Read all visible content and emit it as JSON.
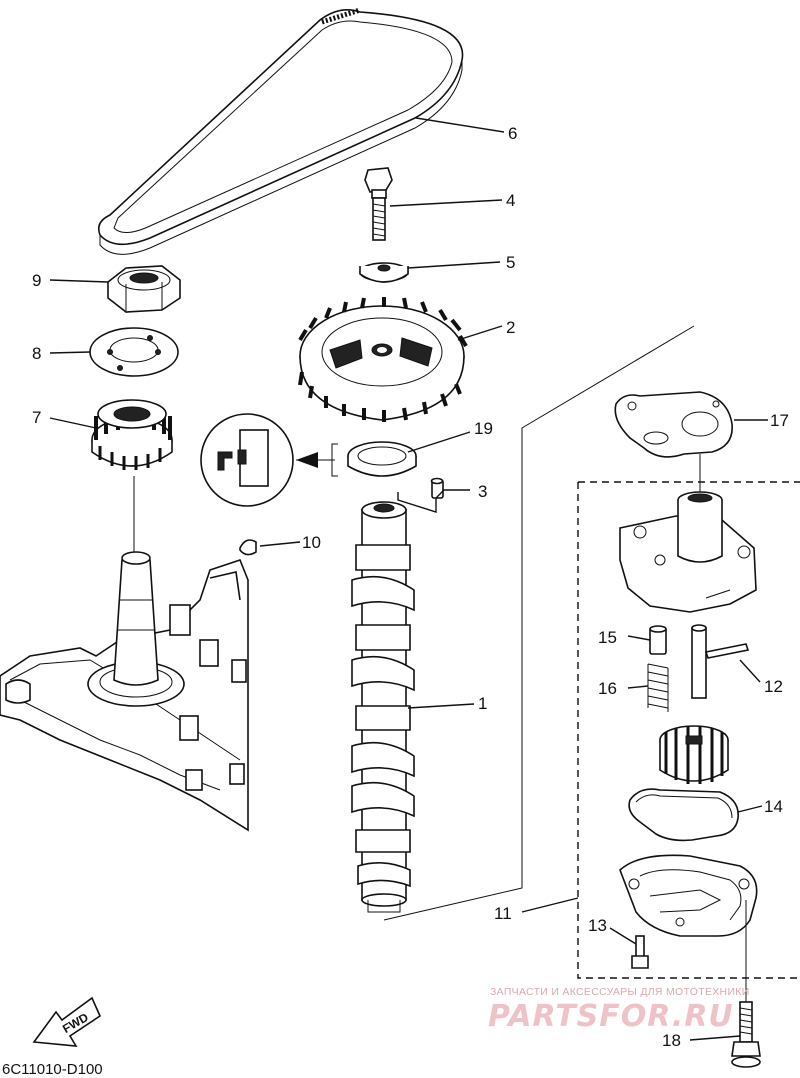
{
  "diagram": {
    "code": "6C11010-D100",
    "fwd_label": "FWD",
    "callouts": [
      {
        "id": "1",
        "label": "1"
      },
      {
        "id": "2",
        "label": "2"
      },
      {
        "id": "3",
        "label": "3"
      },
      {
        "id": "4",
        "label": "4"
      },
      {
        "id": "5",
        "label": "5"
      },
      {
        "id": "6",
        "label": "6"
      },
      {
        "id": "7",
        "label": "7"
      },
      {
        "id": "8",
        "label": "8"
      },
      {
        "id": "9",
        "label": "9"
      },
      {
        "id": "10",
        "label": "10"
      },
      {
        "id": "11",
        "label": "11"
      },
      {
        "id": "12",
        "label": "12"
      },
      {
        "id": "13",
        "label": "13"
      },
      {
        "id": "14",
        "label": "14"
      },
      {
        "id": "15",
        "label": "15"
      },
      {
        "id": "16",
        "label": "16"
      },
      {
        "id": "17",
        "label": "17"
      },
      {
        "id": "18",
        "label": "18"
      },
      {
        "id": "19",
        "label": "19"
      }
    ]
  },
  "watermark": {
    "caption": "ЗАПЧАСТИ И АКСЕССУАРЫ ДЛЯ МОТОТЕХНИКИ",
    "logo_text": "PARTSFOR.RU",
    "color": "#e8a0a8"
  }
}
